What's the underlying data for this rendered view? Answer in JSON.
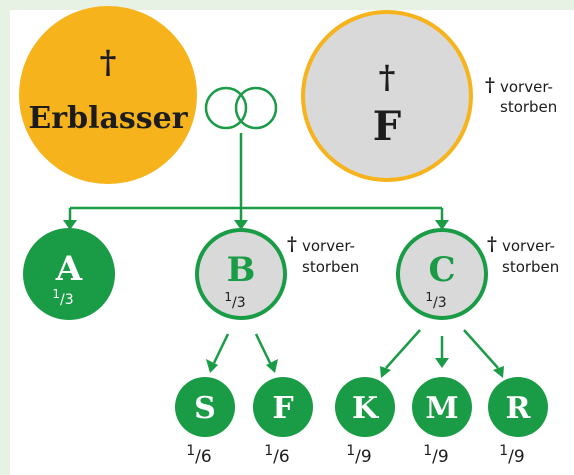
{
  "colors": {
    "background": "#e8f2e4",
    "panel": "#ffffff",
    "green": "#1a9b46",
    "gold": "#f6b31b",
    "grey": "#d9d9d9",
    "text_dark": "#1c1c1c",
    "text_white": "#ffffff"
  },
  "glyphs": {
    "dagger": "†",
    "marriage_symbol": "interlocking-rings-icon"
  },
  "nodes": {
    "erblasser": {
      "label": "Erblasser",
      "mark": "†"
    },
    "spouse": {
      "label": "F",
      "mark": "†",
      "note_line1": "vorver-",
      "note_line2": "storben"
    },
    "child_a": {
      "label": "A",
      "share_num": "1",
      "share_den": "3"
    },
    "child_b": {
      "label": "B",
      "share_num": "1",
      "share_den": "3",
      "note_line1": "vorver-",
      "note_line2": "storben"
    },
    "child_c": {
      "label": "C",
      "share_num": "1",
      "share_den": "3",
      "note_line1": "vorver-",
      "note_line2": "storben"
    },
    "grandchild_s": {
      "label": "S",
      "share_num": "1",
      "share_den": "6"
    },
    "grandchild_f": {
      "label": "F",
      "share_num": "1",
      "share_den": "6"
    },
    "grandchild_k": {
      "label": "K",
      "share_num": "1",
      "share_den": "9"
    },
    "grandchild_m": {
      "label": "M",
      "share_num": "1",
      "share_den": "9"
    },
    "grandchild_r": {
      "label": "R",
      "share_num": "1",
      "share_den": "9"
    }
  }
}
